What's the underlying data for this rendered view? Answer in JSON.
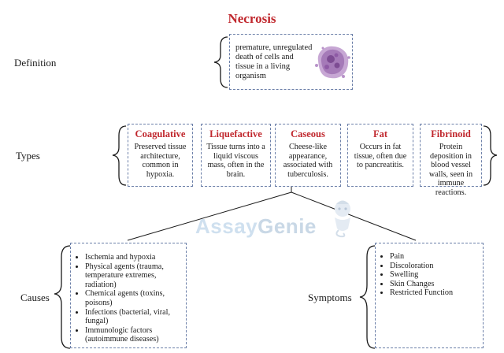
{
  "title": "Necrosis",
  "labels": {
    "definition": "Definition",
    "types": "Types",
    "causes": "Causes",
    "symptoms": "Symptoms"
  },
  "definition_text": "premature, unregulated death of cells and tissue in a living organism",
  "types": [
    {
      "name": "Coagulative",
      "description": "Preserved tissue architecture, common in hypoxia."
    },
    {
      "name": "Liquefactive",
      "description": "Tissue turns into a liquid viscous mass, often in the brain."
    },
    {
      "name": "Caseous",
      "description": "Cheese-like appearance, associated with tuberculosis."
    },
    {
      "name": "Fat",
      "description": "Occurs in fat tissue, often due to pancreatitis."
    },
    {
      "name": "Fibrinoid",
      "description": "Protein deposition in blood vessel walls, seen in immune reactions."
    }
  ],
  "causes": [
    "Ischemia and hypoxia",
    "Physical agents (trauma, temperature extremes, radiation)",
    "Chemical agents (toxins, poisons)",
    "Infections (bacterial, viral, fungal)",
    "Immunologic factors (autoimmune diseases)"
  ],
  "symptoms": [
    "Pain",
    "Discoloration",
    "Swelling",
    "Skin Changes",
    "Restricted Function"
  ],
  "watermark": {
    "part1": "Assay",
    "part2": "Genie"
  },
  "colors": {
    "accent": "#c0272d",
    "box_border": "#6b7fa8",
    "cell": "#a57ab8"
  },
  "icons": {
    "cell": "necrotic-cell-icon",
    "watermark_logo": "genie-mascot-icon"
  }
}
